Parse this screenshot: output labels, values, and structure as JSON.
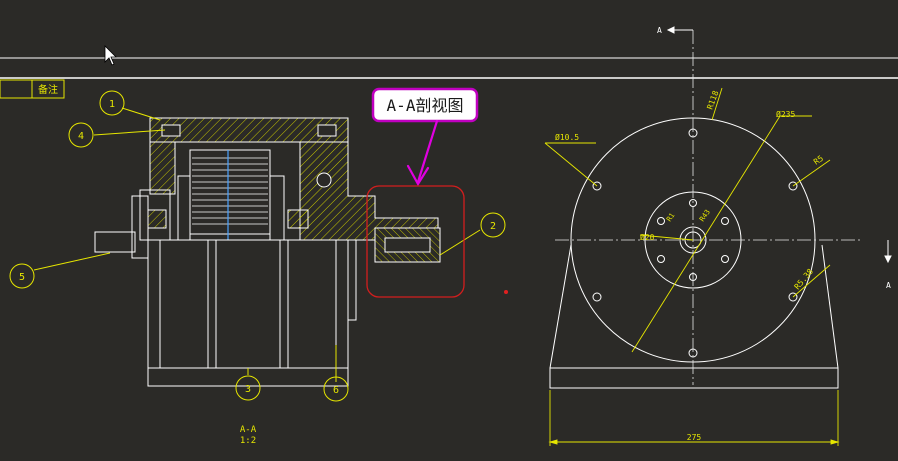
{
  "colors": {
    "background": "#2b2a27",
    "geometry": "#ffffff",
    "dimension": "#e6e600",
    "hatch": "#c8c800",
    "centerline": "#e8e8e8",
    "callout_border": "#c000c0",
    "callout_text": "#1a1a1a",
    "highlight_box": "#d21e1e",
    "arrow": "#e000e0",
    "section_line": "#4aa3ff"
  },
  "title_tag": "备注",
  "callout": "A-A剖视图",
  "balloons": [
    "1",
    "4",
    "5",
    "2",
    "3",
    "6"
  ],
  "section": {
    "name": "A-A",
    "scale": "1:2"
  },
  "section_marks": {
    "top": "A",
    "right": "A"
  },
  "dimensions": {
    "hole_dia": "Ø10.5",
    "radius_top": "R118",
    "outer_dia": "Ø235",
    "radius_right": "R5",
    "radius_small": "R1",
    "radius_bolt": "R43",
    "bore_dia": "Ø20",
    "fillet": "R5.38",
    "base_width": "275"
  },
  "icons": {
    "cursor": "cursor-arrow-icon"
  }
}
